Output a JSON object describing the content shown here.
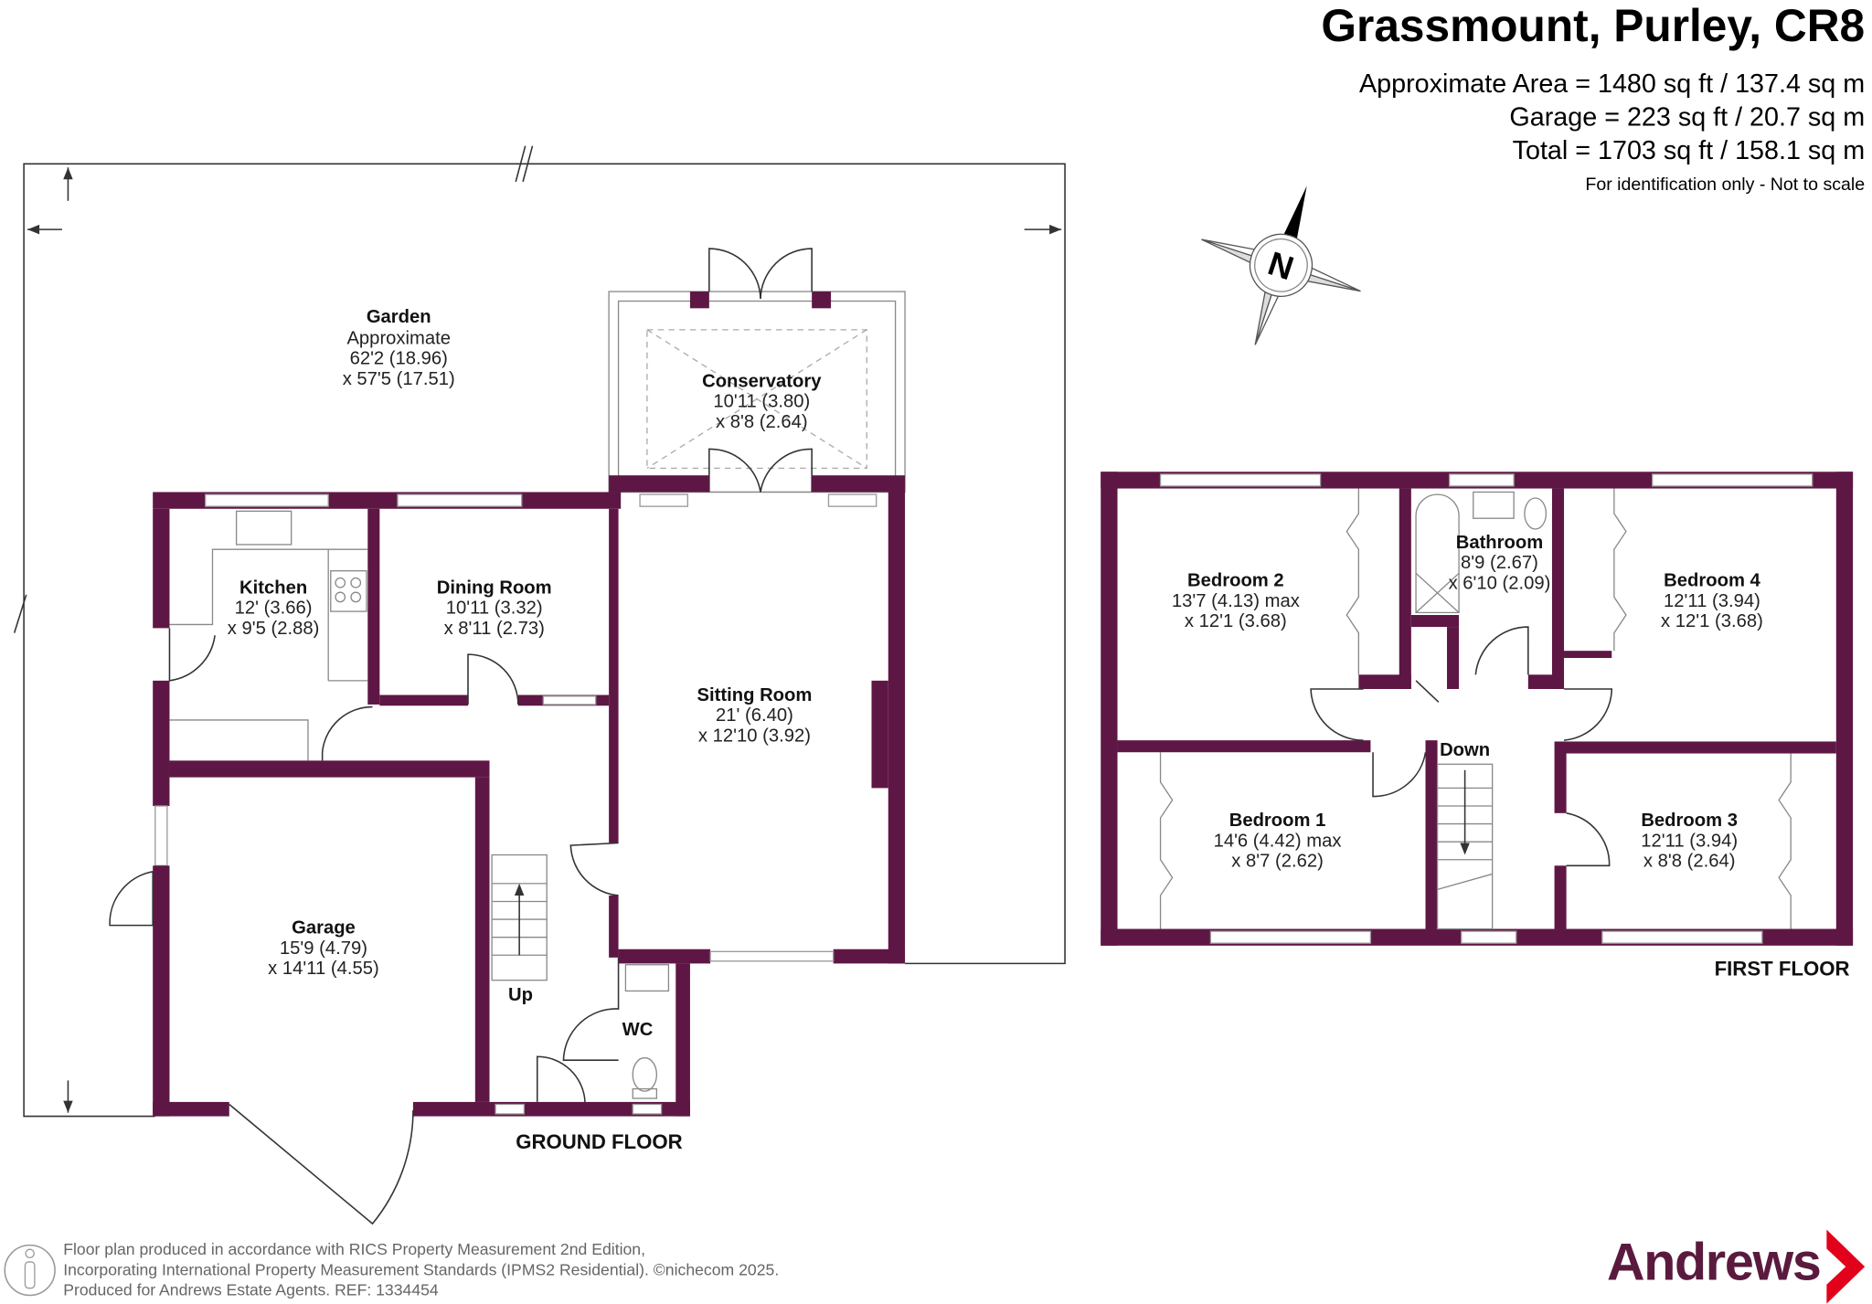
{
  "header": {
    "title": "Grassmount, Purley, CR8",
    "area_lines": [
      "Approximate Area = 1480 sq ft / 137.4 sq m",
      "Garage = 223 sq ft / 20.7 sq m",
      "Total = 1703 sq ft / 158.1 sq m"
    ],
    "disclaimer": "For identification only - Not to scale"
  },
  "compass": {
    "label": "N"
  },
  "ground_floor": {
    "label": "GROUND FLOOR",
    "stairs_label": "Up",
    "rooms": [
      {
        "name": "Garden",
        "dims": [
          "Approximate",
          "62'2 (18.96)",
          "x 57'5 (17.51)"
        ]
      },
      {
        "name": "Conservatory",
        "dims": [
          "10'11 (3.80)",
          "x 8'8 (2.64)"
        ]
      },
      {
        "name": "Kitchen",
        "dims": [
          "12' (3.66)",
          "x 9'5 (2.88)"
        ]
      },
      {
        "name": "Dining Room",
        "dims": [
          "10'11 (3.32)",
          "x 8'11 (2.73)"
        ]
      },
      {
        "name": "Sitting Room",
        "dims": [
          "21' (6.40)",
          "x 12'10 (3.92)"
        ]
      },
      {
        "name": "Garage",
        "dims": [
          "15'9 (4.79)",
          "x 14'11 (4.55)"
        ]
      },
      {
        "name": "WC",
        "dims": []
      }
    ]
  },
  "first_floor": {
    "label": "FIRST FLOOR",
    "stairs_label": "Down",
    "rooms": [
      {
        "name": "Bedroom 2",
        "dims": [
          "13'7 (4.13) max",
          "x 12'1 (3.68)"
        ]
      },
      {
        "name": "Bathroom",
        "dims": [
          "8'9 (2.67)",
          "x 6'10 (2.09)"
        ]
      },
      {
        "name": "Bedroom 4",
        "dims": [
          "12'11 (3.94)",
          "x 12'1 (3.68)"
        ]
      },
      {
        "name": "Bedroom 1",
        "dims": [
          "14'6 (4.42) max",
          "x 8'7 (2.62)"
        ]
      },
      {
        "name": "Bedroom 3",
        "dims": [
          "12'11 (3.94)",
          "x 8'8 (2.64)"
        ]
      }
    ]
  },
  "footer": {
    "lines": [
      "Floor plan produced in accordance with RICS Property Measurement 2nd Edition,",
      "Incorporating International Property Measurement Standards (IPMS2 Residential).   ©nichecom 2025.",
      "Produced for Andrews Estate Agents.   REF: 1334454"
    ],
    "logo_text": "Andrews"
  },
  "colors": {
    "wall": "#5e1744",
    "logo": "#5a1a3e",
    "logo_chevron": "#e3001b"
  }
}
